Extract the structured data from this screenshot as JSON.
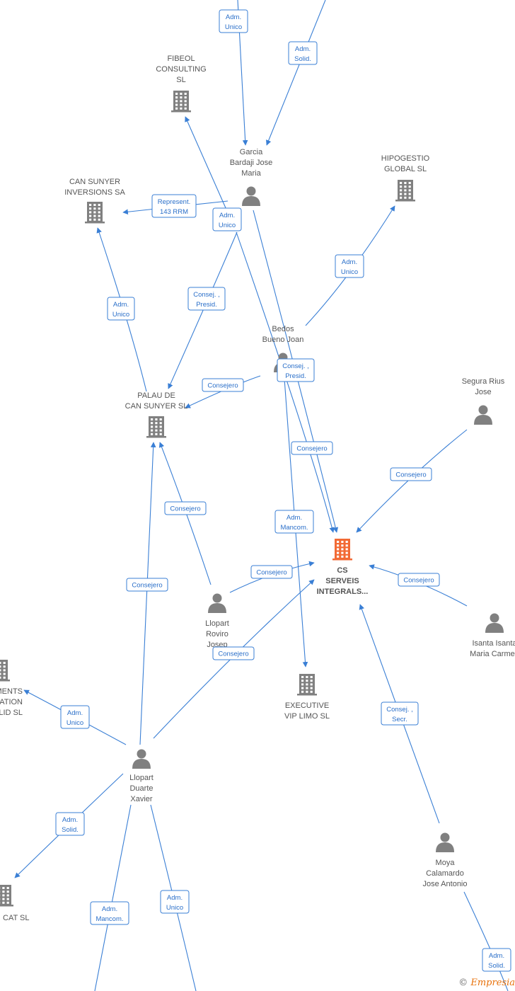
{
  "colors": {
    "edge": "#3a7fd5",
    "company": "#808080",
    "main_company": "#f26a35",
    "person": "#808080",
    "label_text": "#2a6fc9"
  },
  "nodes": [
    {
      "id": "fibeol",
      "kind": "company",
      "lines": [
        "FIBEOL",
        "CONSULTING",
        "SL"
      ]
    },
    {
      "id": "cansunyer",
      "kind": "company",
      "lines": [
        "CAN SUNYER",
        "INVERSIONS SA"
      ]
    },
    {
      "id": "hipogestio",
      "kind": "company",
      "lines": [
        "HIPOGESTIO",
        "GLOBAL  SL"
      ]
    },
    {
      "id": "garcia",
      "kind": "person",
      "lines": [
        "Garcia",
        "Bardaji Jose",
        "Maria"
      ]
    },
    {
      "id": "bedos",
      "kind": "person",
      "lines": [
        "Bedos",
        "Bueno Joan"
      ]
    },
    {
      "id": "palau",
      "kind": "company",
      "lines": [
        "PALAU DE",
        "CAN SUNYER SL"
      ]
    },
    {
      "id": "segura",
      "kind": "person",
      "lines": [
        "Segura Rius",
        "Jose"
      ]
    },
    {
      "id": "cs",
      "kind": "main",
      "lines": [
        "CS",
        "SERVEIS",
        "INTEGRALS..."
      ]
    },
    {
      "id": "llopartrov",
      "kind": "person",
      "lines": [
        "Llopart",
        "Roviro",
        "Josep"
      ]
    },
    {
      "id": "isanta",
      "kind": "person",
      "lines": [
        "Isanta Isanta",
        "Maria Carmen"
      ]
    },
    {
      "id": "executive",
      "kind": "company",
      "lines": [
        "EXECUTIVE",
        "VIP LIMO  SL"
      ]
    },
    {
      "id": "leftco",
      "kind": "company",
      "lines": [
        "MENTS",
        "ATION",
        "LID  SL"
      ]
    },
    {
      "id": "llopartdua",
      "kind": "person",
      "lines": [
        "Llopart",
        "Duarte",
        "Xavier"
      ]
    },
    {
      "id": "moya",
      "kind": "person",
      "lines": [
        "Moya",
        "Calamardo",
        "Jose Antonio"
      ]
    },
    {
      "id": "catco",
      "kind": "company",
      "lines": [
        "CAT  SL"
      ]
    }
  ],
  "edges": [
    {
      "label": [
        "Adm.",
        "Unico"
      ]
    },
    {
      "label": [
        "Adm.",
        "Solid."
      ]
    },
    {
      "label": [
        "Represent.",
        "143 RRM"
      ]
    },
    {
      "label": [
        "Adm.",
        "Unico"
      ]
    },
    {
      "label": [
        "Adm.",
        "Unico"
      ]
    },
    {
      "label": [
        "Consej. ,",
        "Presid."
      ]
    },
    {
      "label": [
        "Adm.",
        "Unico"
      ]
    },
    {
      "label": [
        "Consejero"
      ]
    },
    {
      "label": [
        "Consej. ,",
        "Presid."
      ]
    },
    {
      "label": [
        "Consejero"
      ]
    },
    {
      "label": [
        "Consejero"
      ]
    },
    {
      "label": [
        "Adm.",
        "Mancom."
      ]
    },
    {
      "label": [
        "Consejero"
      ]
    },
    {
      "label": [
        "Consejero"
      ]
    },
    {
      "label": [
        "Consejero"
      ]
    },
    {
      "label": [
        "Consejero"
      ]
    },
    {
      "label": [
        "Consejero"
      ]
    },
    {
      "label": [
        "Adm.",
        "Unico"
      ]
    },
    {
      "label": [
        "Consej. ,",
        "Secr."
      ]
    },
    {
      "label": [
        "Adm.",
        "Solid."
      ]
    },
    {
      "label": [
        "Adm.",
        "Mancom."
      ]
    },
    {
      "label": [
        "Adm.",
        "Unico"
      ]
    },
    {
      "label": [
        "Adm.",
        "Solid."
      ]
    }
  ],
  "footer": {
    "copyright": "©",
    "brand": "Empresia"
  }
}
